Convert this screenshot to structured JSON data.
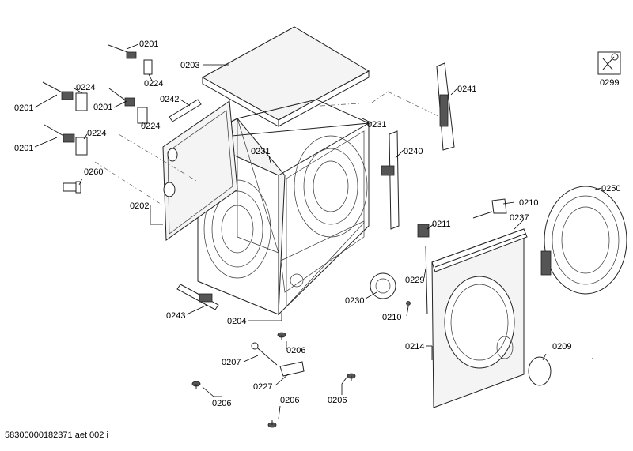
{
  "diagram": {
    "labels": {
      "p0201_top": "0201",
      "p0224_a": "0224",
      "p0203": "0203",
      "p0224_b": "0224",
      "p0201_b": "0201",
      "p0201_c": "0201",
      "p0242": "0242",
      "p0224_c": "0224",
      "p0224_d": "0224",
      "p0201_d": "0201",
      "p0260": "0260",
      "p0202": "0202",
      "p0231_a": "0231",
      "p0231_b": "0231",
      "p0240": "0240",
      "p0241": "0241",
      "p0299": "0299",
      "p0210_a": "0210",
      "p0237": "0237",
      "p0250": "0250",
      "p0211": "0211",
      "p0229": "0229",
      "p0230": "0230",
      "p0210_b": "0210",
      "p0243": "0243",
      "p0204": "0204",
      "p0206_a": "0206",
      "p0214": "0214",
      "p0209": "0209",
      "p0207": "0207",
      "p0227": "0227",
      "p0206_b": "0206",
      "p0206_c": "0206",
      "p0206_d": "0206"
    },
    "footer": "58300000182371 aet 002 i"
  },
  "icons": {
    "tool_icon": "wrench-screwdriver-icon"
  }
}
